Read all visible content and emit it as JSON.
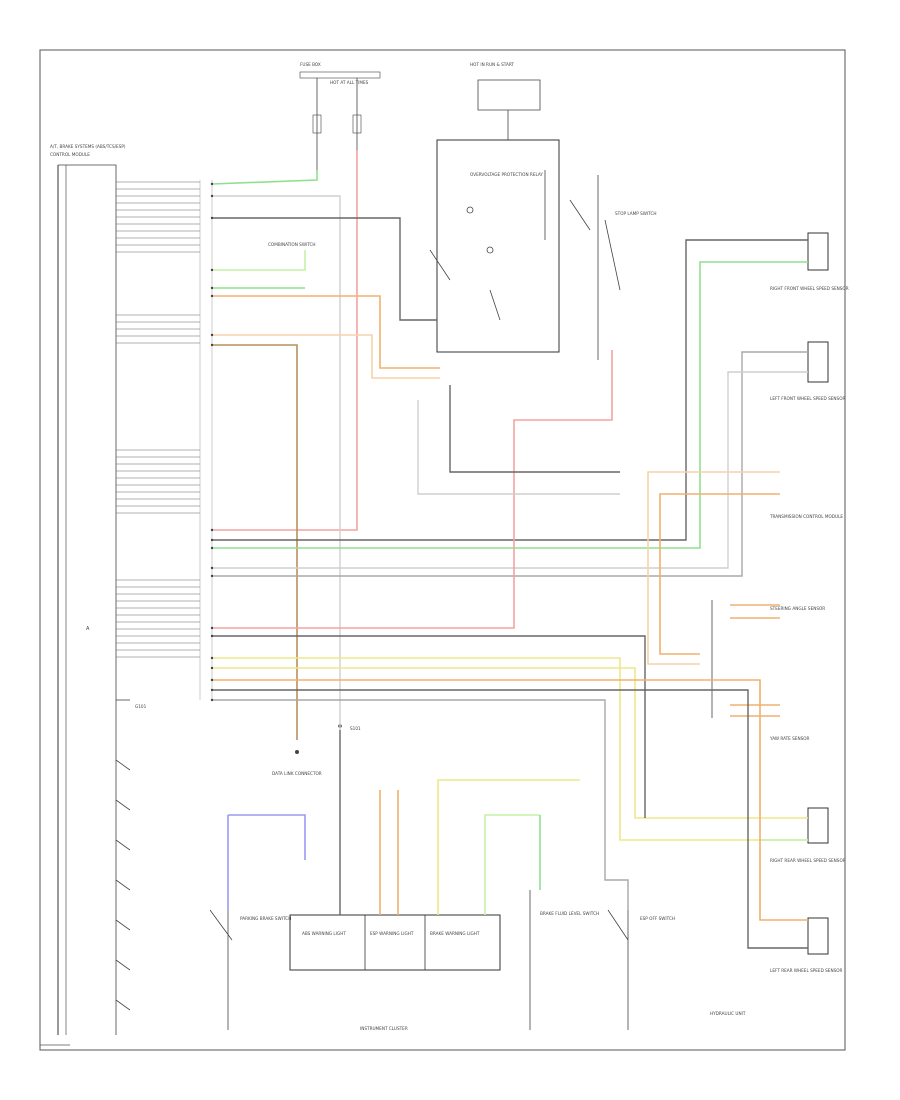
{
  "diagram": {
    "labels": {
      "upper_left_header": "A/T, BRAKE SYSTEMS (ABS/TCS/ESP)",
      "upper_left_header2": "CONTROL MODULE",
      "module_a": "A",
      "fuse_top": "HOT AT ALL TIMES",
      "fuse_right": "HOT IN RUN & START",
      "fuse_a": "FUSE BOX",
      "relay_box": "OVERVOLTAGE PROTECTION RELAY",
      "brake_switch": "STOP LAMP SWITCH",
      "combination_switch": "COMBINATION SWITCH",
      "data_link": "DATA LINK CONNECTOR",
      "front_right_sensor": "RIGHT FRONT WHEEL SPEED SENSOR",
      "front_left_sensor": "LEFT FRONT WHEEL SPEED SENSOR",
      "transmission": "TRANSMISSION CONTROL MODULE",
      "steering": "STEERING ANGLE SENSOR",
      "yaw_sensor": "YAW RATE SENSOR",
      "rear_right_sensor": "RIGHT REAR WHEEL SPEED SENSOR",
      "rear_left_sensor": "LEFT REAR WHEEL SPEED SENSOR",
      "instrument_cluster": "INSTRUMENT CLUSTER",
      "abs_warning": "ABS WARNING LIGHT",
      "esp_warning": "ESP WARNING LIGHT",
      "brake_warning": "BRAKE WARNING LIGHT",
      "parking_brake": "PARKING BRAKE SWITCH",
      "brake_fluid": "BRAKE FLUID LEVEL SWITCH",
      "esp_switch": "ESP OFF SWITCH",
      "ground": "G101",
      "hydraulic": "HYDRAULIC UNIT",
      "splice": "S101"
    }
  }
}
